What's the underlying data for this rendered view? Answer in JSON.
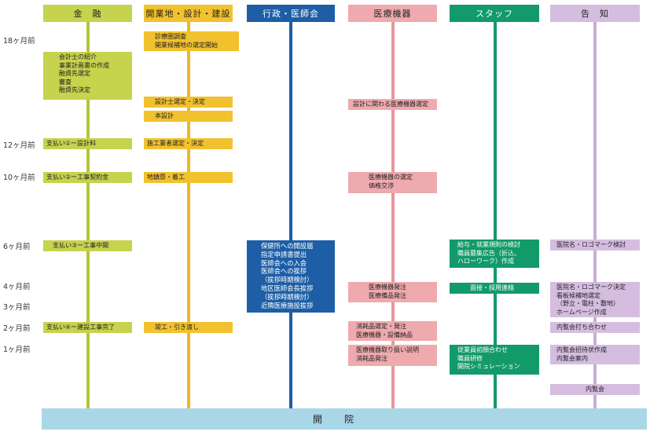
{
  "columns": [
    {
      "key": "finance",
      "label": "金　融",
      "bg": "#c6d34d",
      "color": "#222222",
      "line": "#b5c43a"
    },
    {
      "key": "site",
      "label": "開業地・設計・建設",
      "bg": "#f2c12e",
      "color": "#222222",
      "line": "#f0b81c"
    },
    {
      "key": "admin",
      "label": "行政・医師会",
      "bg": "#1d5ea6",
      "color": "#ffffff",
      "line": "#1d5ea6"
    },
    {
      "key": "medical",
      "label": "医療機器",
      "bg": "#eeaaae",
      "color": "#222222",
      "line": "#e8959a"
    },
    {
      "key": "staff",
      "label": "スタッフ",
      "bg": "#139a6a",
      "color": "#ffffff",
      "line": "#139a6a"
    },
    {
      "key": "notice",
      "label": "告　知",
      "bg": "#d5bde0",
      "color": "#222222",
      "line": "#c8acd6"
    }
  ],
  "time_labels": [
    "18ヶ月前",
    "12ヶ月前",
    "10ヶ月前",
    "6ヶ月前",
    "4ヶ月前",
    "3ヶ月前",
    "2ヶ月前",
    "1ヶ月前"
  ],
  "boxes": {
    "finance": [
      "会計士の紹介\n事業計画書の作成\n融資先選定\n審査\n融資先決定",
      "支払い①ー設計料",
      "支払い②ー工事契約金",
      "支払い③ー工事中間",
      "支払い④ー建設工事完了"
    ],
    "site": [
      "診療圏調査\n開業候補地の選定開始",
      "設計士選定・決定",
      "本設計",
      "施工業者選定・決定",
      "地鎮祭・着工",
      "竣工・引き渡し"
    ],
    "admin": [
      "保健所への開設届\n指定申請書提出\n医師会への入会\n医師会への挨拶\n（挨拶時期検討）\n地区医師会長挨拶\n（挨拶時期検討）\n近隣医療施設挨拶"
    ],
    "medical": [
      "設計に関わる医療機器選定",
      "医療機器の選定\n価格交渉",
      "医療機器発注\n医療備品発注",
      "消耗品選定・発注\n医療機器・設備納品",
      "医療機器取り扱い説明\n消耗品発注"
    ],
    "staff": [
      "給与・就業規則の検討\n職員募集広告（折込、\nハローワーク）作成",
      "面接・採用連絡",
      "従業員初顔合わせ\n職員研修\n開院シミュレーション"
    ],
    "notice": [
      "医院名・ロゴマーク検討",
      "医院名・ロゴマーク決定\n看板候補地選定\n（野立・電柱・敷地）\nホームページ作成",
      "内覧会打ち合わせ",
      "内覧会招待状作成\n内覧会案内",
      "内覧会"
    ]
  },
  "footer": "開院"
}
